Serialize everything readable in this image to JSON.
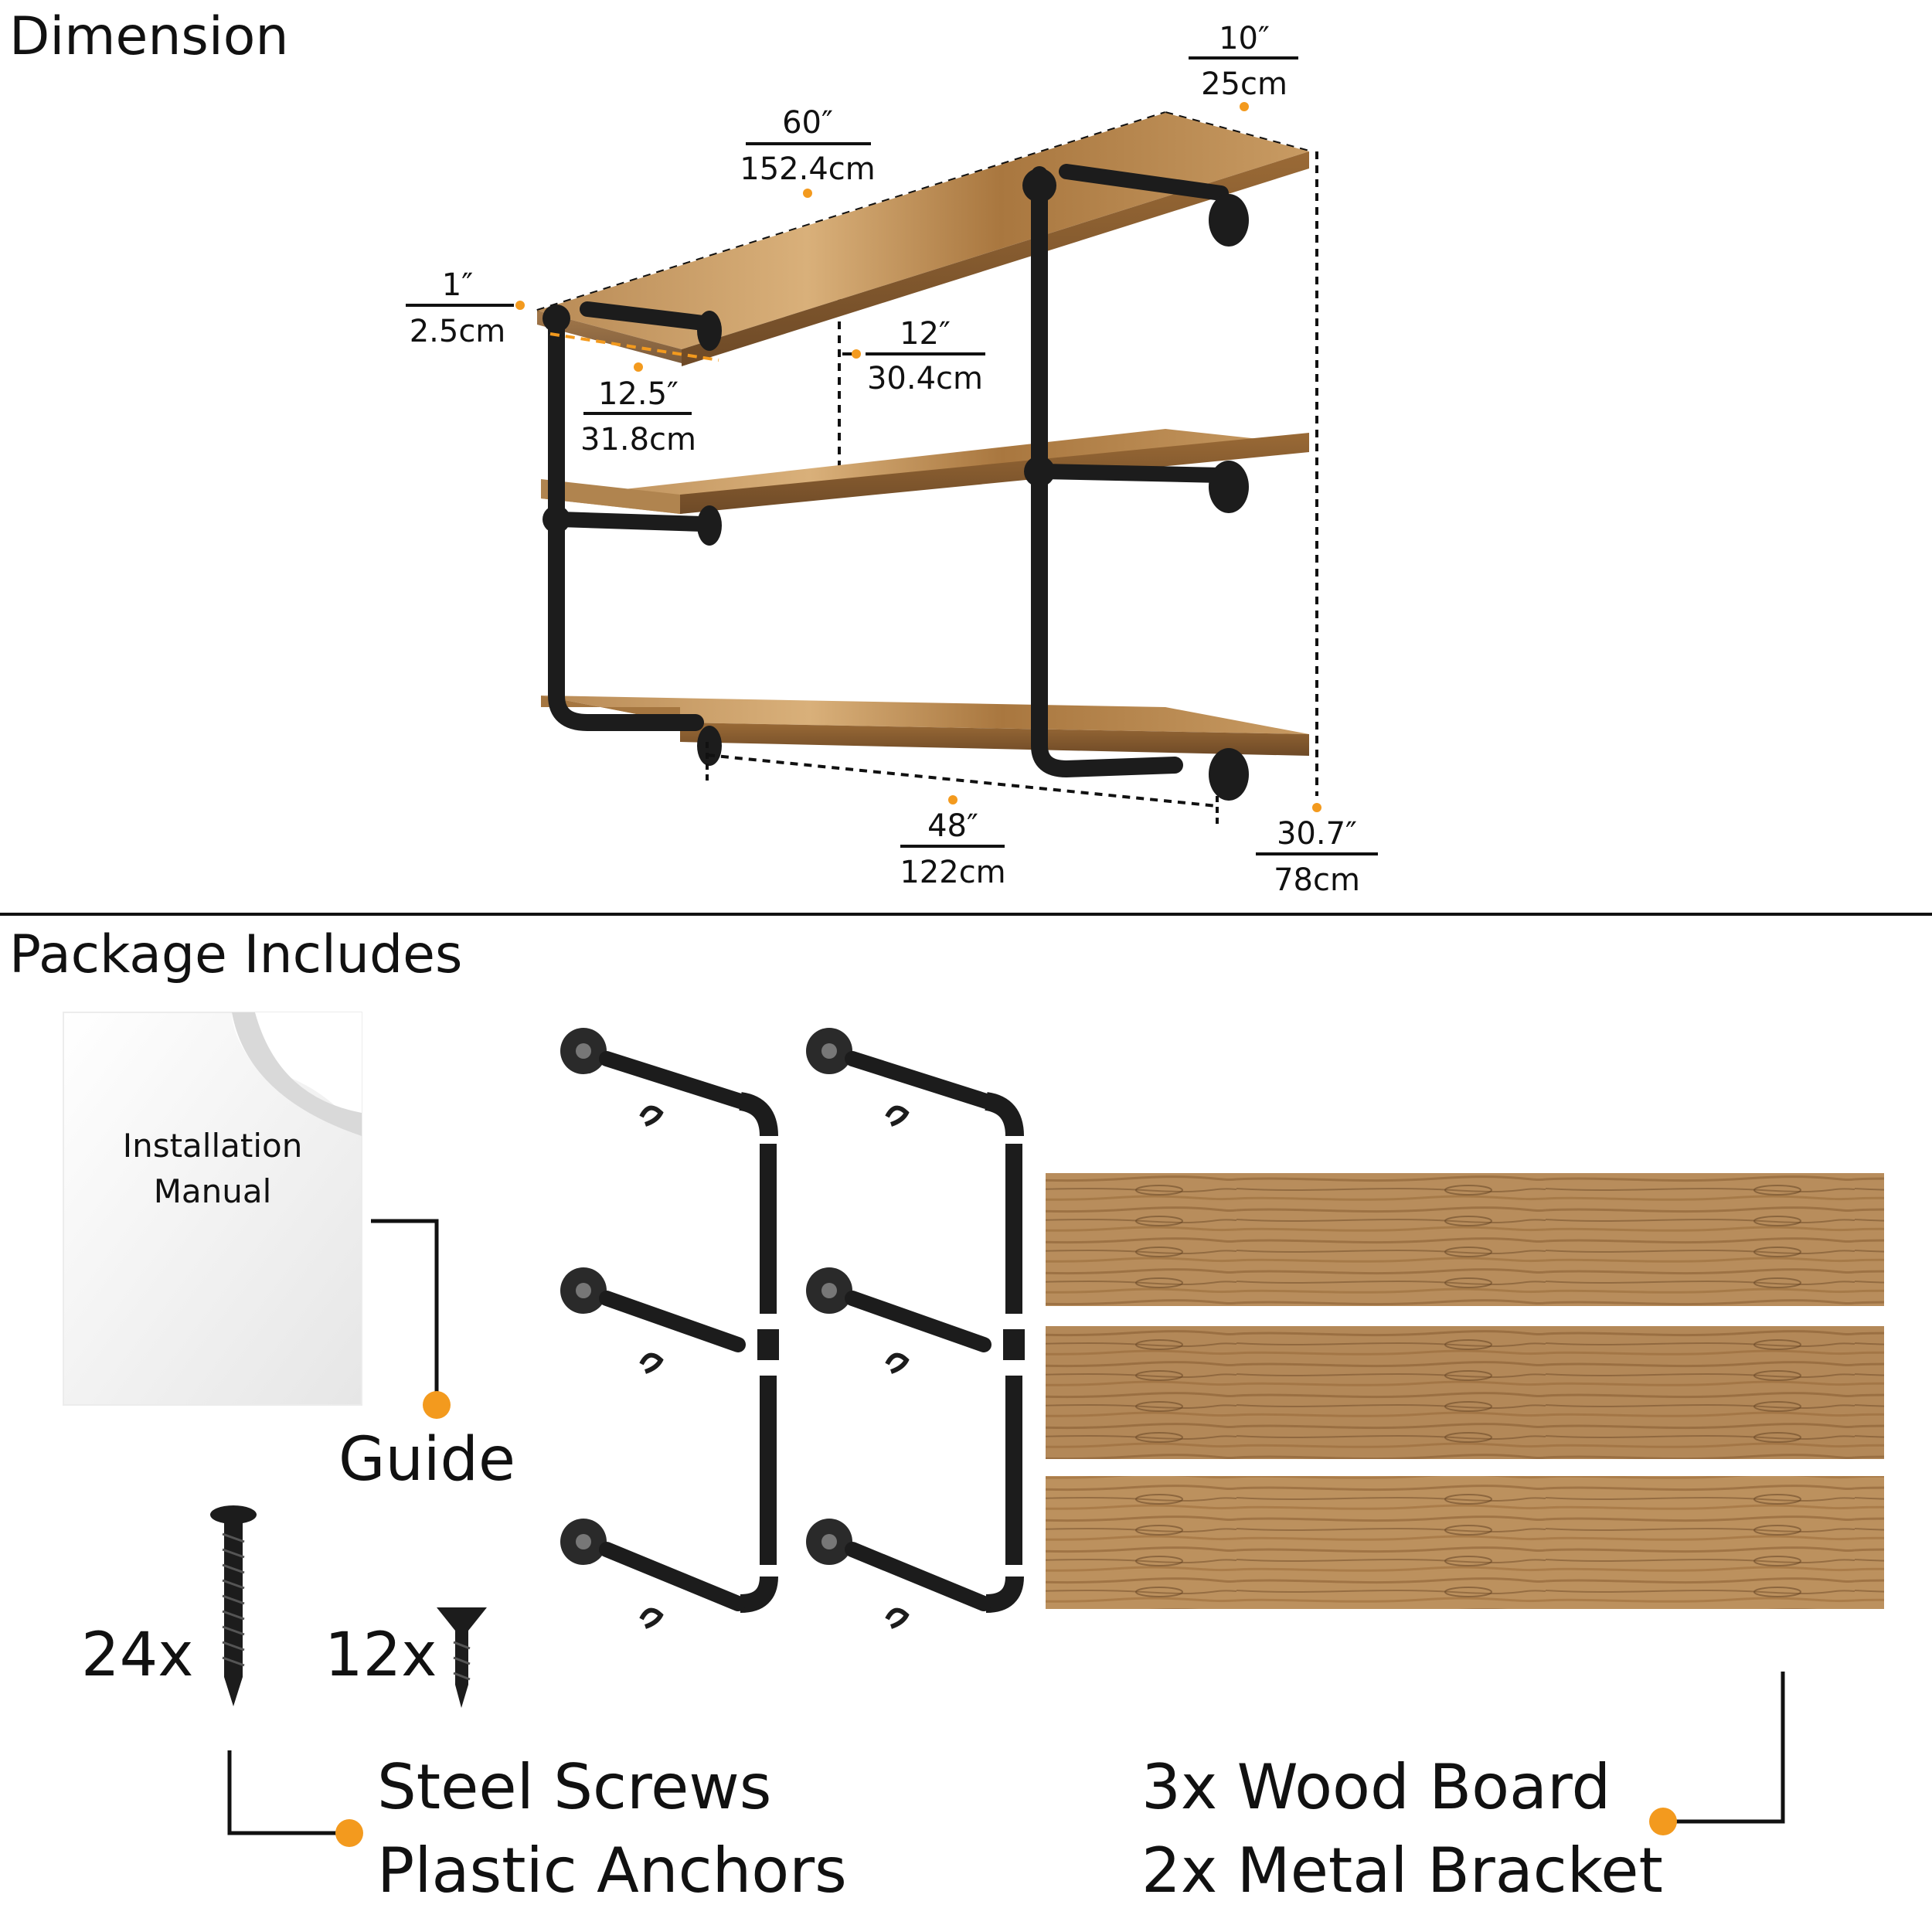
{
  "sections": {
    "dimension_title": "Dimension",
    "package_title": "Package Includes"
  },
  "dimensions": {
    "depth": {
      "imperial": "10″",
      "metric": "25cm"
    },
    "length": {
      "imperial": "60″",
      "metric": "152.4cm"
    },
    "thickness": {
      "imperial": "1″",
      "metric": "2.5cm"
    },
    "bracket": {
      "imperial": "12.5″",
      "metric": "31.8cm"
    },
    "spacing": {
      "imperial": "12″",
      "metric": "30.4cm"
    },
    "bracket_span": {
      "imperial": "48″",
      "metric": "122cm"
    },
    "height": {
      "imperial": "30.7″",
      "metric": "78cm"
    }
  },
  "package": {
    "manual_line1": "Installation",
    "manual_line2": "Manual",
    "guide_label": "Guide",
    "screw_count_long": "24x",
    "screw_count_short": "12x",
    "screws_line1": "Steel Screws",
    "screws_line2": "Plastic Anchors",
    "wood_line1": "3x Wood Board",
    "wood_line2": "2x Metal Bracket"
  },
  "colors": {
    "accent": "#f39a1e",
    "pipe": "#1c1c1c",
    "wood_light": "#c9a06a",
    "wood_dark": "#6e4a27"
  }
}
